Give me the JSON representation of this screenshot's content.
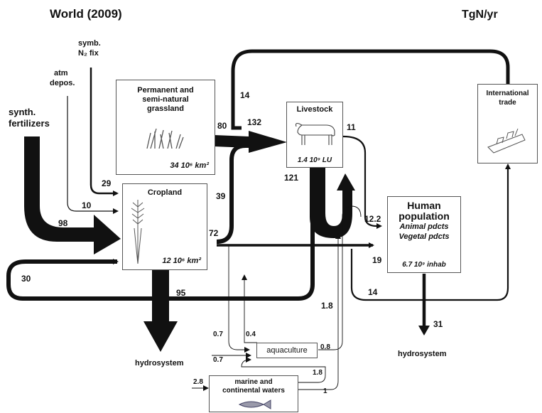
{
  "header": {
    "title": "World  (2009)",
    "units": "TgN/yr"
  },
  "inputs": {
    "symb_fix_line1": "symb.",
    "symb_fix_line2": "N₂ fix",
    "atm_depos_line1": "atm",
    "atm_depos_line2": "depos.",
    "synth_fert_line1": "synth.",
    "synth_fert_line2": "fertilizers"
  },
  "boxes": {
    "grassland": {
      "title_line1": "Permanent and",
      "title_line2": "semi-natural",
      "title_line3": "grassland",
      "area": "34 10⁶ km²",
      "icon": "grass-icon"
    },
    "livestock": {
      "title": "Livestock",
      "units": "1.4 10⁹ LU",
      "icon": "cow-icon"
    },
    "cropland": {
      "title": "Cropland",
      "area": "12 10⁶ km²",
      "icon": "wheat-icon"
    },
    "trade": {
      "title_line1": "International",
      "title_line2": "trade",
      "icon": "ship-icon"
    },
    "human": {
      "title_line1": "Human",
      "title_line2": "population",
      "sub1": "Animal pdcts",
      "sub2": "Vegetal pdcts",
      "population": "6.7 10⁹ inhab"
    },
    "aquaculture": {
      "title": "aquaculture"
    },
    "waters": {
      "title_line1": "marine and",
      "title_line2": "continental waters",
      "icon": "fish-icon"
    }
  },
  "sinks": {
    "hydro_left": "hydrosystem",
    "hydro_right": "hydrosystem"
  },
  "flows": {
    "symb_to_crop": "29",
    "atm_to_crop": "10",
    "fert_to_crop": "98",
    "grass_to_live": "80",
    "to_livestock_total": "132",
    "trade_loop": "14",
    "live_to_trade": "11",
    "live_recycle": "121",
    "crop_to_live": "39",
    "crop_out": "72",
    "feedback": "30",
    "crop_loss": "95",
    "to_human": "12.2",
    "human_in": "19",
    "human_to_trade": "14",
    "aqua_return": "1.8",
    "human_loss": "31",
    "crop_to_aqua": "0.7",
    "aqua_to_crop": "0.4",
    "ext_to_aqua": "0.7",
    "aqua_to_human": "0.8",
    "waters_to_aqua": "1.8",
    "ext_to_waters": "2.8",
    "waters_to_human": "1"
  },
  "colors": {
    "arrow": "#111111",
    "box_border": "#555555"
  }
}
